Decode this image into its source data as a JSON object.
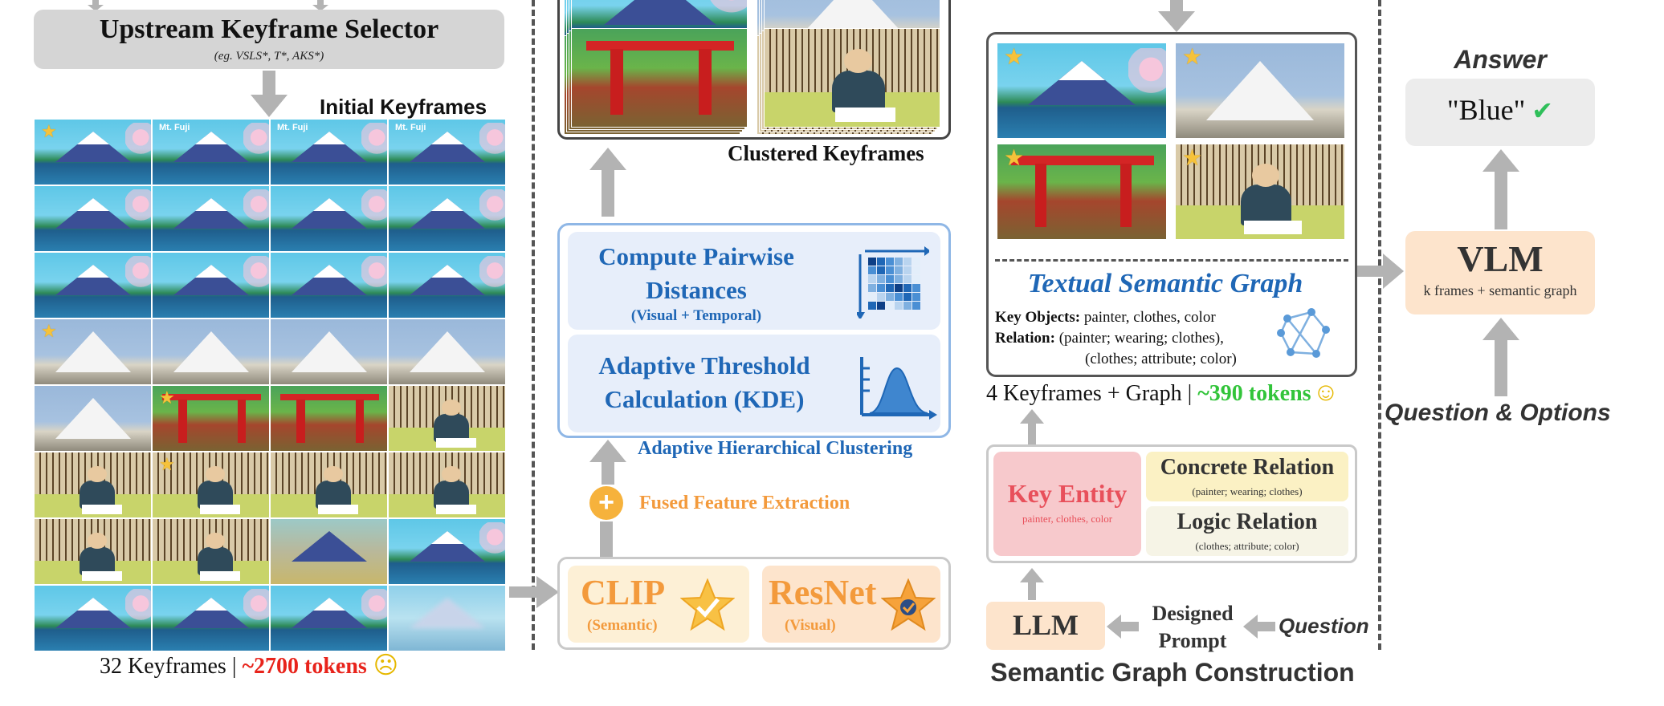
{
  "selector": {
    "title": "Upstream Keyframe Selector",
    "examples": "(eg. VSLS*, T*, AKS*)"
  },
  "initial": {
    "label": "Initial Keyframes",
    "tile_text": "Mt. Fuji",
    "count_text": "32 Keyframes | ",
    "tokens_text": "~2700 tokens",
    "sad_face": "☹",
    "frames": [
      "lake",
      "lake",
      "lake",
      "lake",
      "lake",
      "lake",
      "lake",
      "lake",
      "lake",
      "lake",
      "lake",
      "lake",
      "snow",
      "snow",
      "snow",
      "snow",
      "snow",
      "torii",
      "torii",
      "painter",
      "painter",
      "painter",
      "painter",
      "painter",
      "painter",
      "painter",
      "fade",
      "lake",
      "lake",
      "lake",
      "lake",
      "blur"
    ],
    "starred": [
      0,
      12,
      17,
      21
    ]
  },
  "clustering": {
    "clustered_label": "Clustered Keyframes",
    "step1_title": "Compute Pairwise Distances",
    "step1_sub": "(Visual + Temporal)",
    "step2_title": "Adaptive Threshold Calculation (KDE)",
    "panel_label": "Adaptive Hierarchical Clustering",
    "fused_label": "Fused Feature Extraction",
    "plus_symbol": "+",
    "clip_title": "CLIP",
    "clip_sub": "(Semantic)",
    "resnet_title": "ResNet",
    "resnet_sub": "(Visual)"
  },
  "graph": {
    "title": "Textual Semantic Graph",
    "objects_key": "Key Objects:",
    "objects_val": " painter, clothes, color",
    "relation_key": "Relation:",
    "relation_line1": " (painter; wearing; clothes),",
    "relation_line2": "(clothes; attribute; color)",
    "count_text": "4 Keyframes + Graph | ",
    "tokens_text": "~390 tokens",
    "happy_face": "☺",
    "frames": [
      "lake",
      "snow",
      "torii",
      "painter"
    ]
  },
  "construction": {
    "key_entity": "Key Entity",
    "key_entity_sub": "painter, clothes, color",
    "concrete_title": "Concrete Relation",
    "concrete_sub": "(painter; wearing; clothes)",
    "logic_title": "Logic Relation",
    "logic_sub": "(clothes; attribute; color)",
    "llm": "LLM",
    "designed_prompt": "Designed Prompt",
    "question": "Question",
    "section_title": "Semantic Graph Construction"
  },
  "output": {
    "answer_label": "Answer",
    "answer_value": "\"Blue\"",
    "check_mark": "✔",
    "vlm_title": "VLM",
    "vlm_sub": "k frames + semantic graph",
    "qo_label": "Question & Options"
  },
  "colors": {
    "arrow": "#b3b3b3",
    "red_tokens": "#e8231b",
    "green_tokens": "#32c43a",
    "blue_text": "#1f67b6",
    "orange_text": "#f39a3c",
    "key_entity_text": "#e8505b"
  }
}
